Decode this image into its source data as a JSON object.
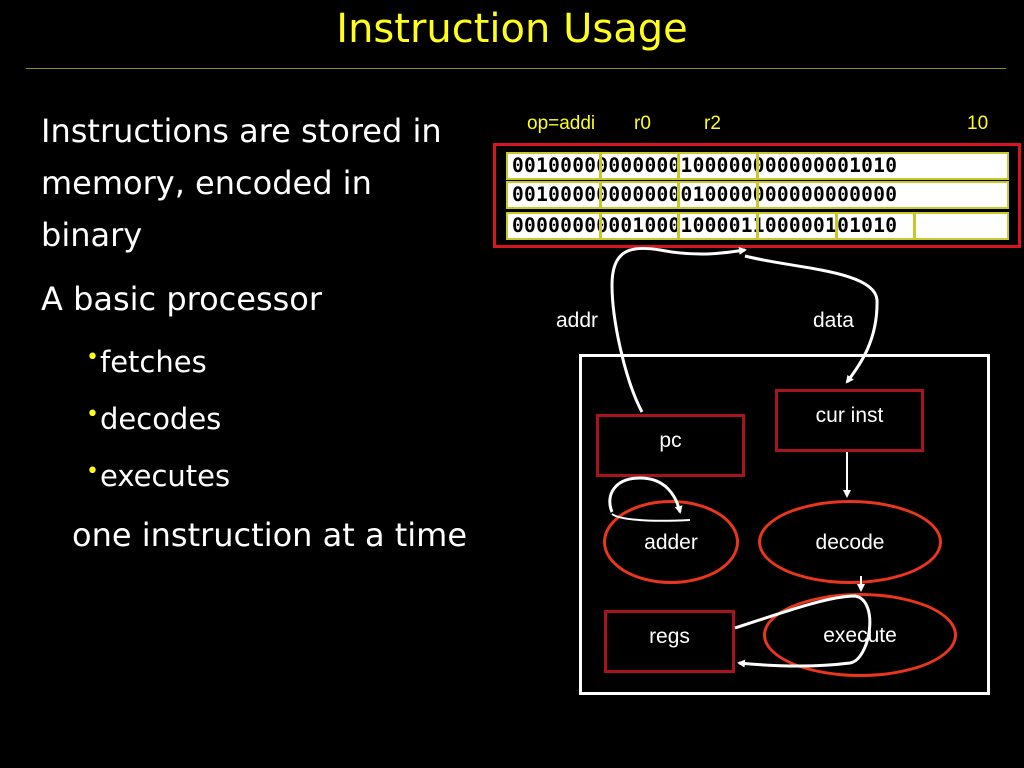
{
  "title": "Instruction Usage",
  "bullets": {
    "p1": [
      "Instructions are stored in",
      "memory, encoded in",
      "binary"
    ],
    "p2": "A basic processor",
    "subs": [
      "fetches",
      "decodes",
      "executes"
    ],
    "tail": "one instruction at a time"
  },
  "fields": {
    "op": "op=addi",
    "rs": "r0",
    "rt": "r2",
    "imm": "10"
  },
  "memory": {
    "rows": [
      "00100000000000100000000000001010",
      "00100000000000010000000000000000",
      "00000000001000100001100000101010"
    ]
  },
  "bus": {
    "addr": "addr",
    "data": "data"
  },
  "cpu": {
    "pc": "pc",
    "cur_inst": "cur inst",
    "adder": "adder",
    "decode": "decode",
    "regs": "regs",
    "execute": "execute"
  },
  "colors": {
    "title": "#ffff1a",
    "memory_border": "#d8141e",
    "field_border": "#c8c82a",
    "box_border": "#a8141b",
    "oval_border": "#e9361c"
  }
}
